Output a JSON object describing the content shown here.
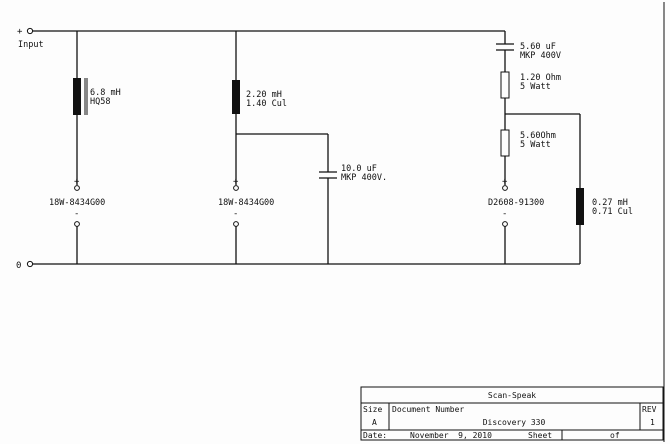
{
  "ports": {
    "input_plus": "+",
    "input_label": "Input",
    "ground_label": "0"
  },
  "components": {
    "l1": {
      "value": "6.8 mH",
      "spec": "HQ58"
    },
    "d1": {
      "part": "18W-8434G00",
      "plus": "+",
      "minus": "-"
    },
    "l2": {
      "value": "2.20 mH",
      "spec": "1.40 Cul"
    },
    "c1": {
      "value": "10.0 uF",
      "spec": "MKP 400V."
    },
    "d2": {
      "part": "18W-8434G00",
      "plus": "+",
      "minus": "-"
    },
    "c2": {
      "value": "5.60 uF",
      "spec": "MKP 400V"
    },
    "r1": {
      "value": "1.20 Ohm",
      "spec": "5 Watt"
    },
    "r2": {
      "value": "5.60Ohm",
      "spec": "5 Watt"
    },
    "d3": {
      "part": "D2608-91300",
      "plus": "+",
      "minus": "-"
    },
    "l3": {
      "value": "0.27 mH",
      "spec": "0.71 Cul"
    }
  },
  "title_block": {
    "company": "Scan-Speak",
    "size_label": "Size",
    "size_value": "A",
    "docnum_label": "Document Number",
    "docnum_value": "Discovery 330",
    "rev_label": "REV",
    "rev_value": "1",
    "date_label": "Date:",
    "date_value": "November  9, 2010",
    "sheet_label": "Sheet",
    "of_label": "of"
  }
}
